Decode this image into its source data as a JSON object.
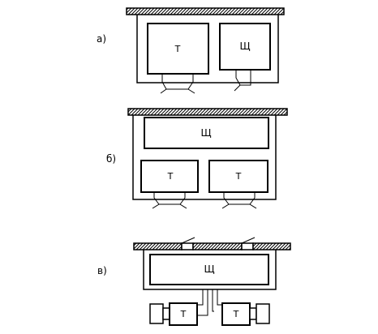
{
  "diagrams": [
    {
      "label": "а)",
      "boxes": [
        "Т",
        "Щ"
      ]
    },
    {
      "label": "б)",
      "boxes": [
        "Щ",
        "Т",
        "Т"
      ]
    },
    {
      "label": "в)",
      "boxes": [
        "Щ",
        "Т",
        "Т"
      ]
    }
  ]
}
